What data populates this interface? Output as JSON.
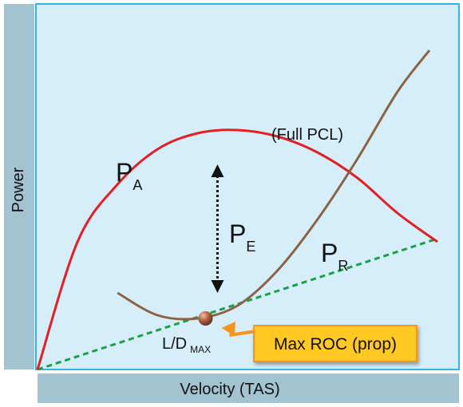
{
  "chart_data": {
    "type": "line",
    "xlabel": "Velocity (TAS)",
    "ylabel": "Power",
    "grid": false,
    "x": [
      0,
      0.1,
      0.2,
      0.3,
      0.4,
      0.5,
      0.6,
      0.7,
      0.8,
      0.9,
      1.0
    ],
    "series": [
      {
        "name": "P_A",
        "color": "#e31e24",
        "x": [
          0,
          0.1,
          0.2,
          0.3,
          0.4,
          0.5,
          0.6,
          0.7,
          0.8,
          0.9,
          1.0
        ],
        "values": [
          0,
          0.4,
          0.58,
          0.69,
          0.74,
          0.75,
          0.73,
          0.68,
          0.6,
          0.49,
          0.4
        ]
      },
      {
        "name": "P_R",
        "color": "#8b6343",
        "x": [
          0.2,
          0.3,
          0.4,
          0.5,
          0.6,
          0.7,
          0.8,
          0.9,
          0.98
        ],
        "values": [
          0.24,
          0.17,
          0.16,
          0.2,
          0.31,
          0.47,
          0.66,
          0.87,
          1.0
        ]
      },
      {
        "name": "L/D max tangent",
        "color": "#1aa046",
        "style": "dashed",
        "x": [
          0,
          1.0
        ],
        "values": [
          0,
          0.41
        ]
      }
    ],
    "annotations": {
      "pa_main": "P",
      "pa_sub": "A",
      "pr_main": "P",
      "pr_sub": "R",
      "pe_main": "P",
      "pe_sub": "E",
      "full_pcl": "(Full PCL)",
      "ld_main": "L/D",
      "ld_sub": "MAX",
      "callout": "Max ROC (prop)",
      "max_roc_point": {
        "x": 0.42,
        "y": 0.16
      },
      "excess_power_x": 0.45
    },
    "colors": {
      "plot_background": "#d6eef9",
      "plot_border": "#33b4e4",
      "axis_band": "#a3c3d1",
      "callout_fill": "#ffc820",
      "callout_border": "#f7941d",
      "point": "#b5654a"
    }
  }
}
